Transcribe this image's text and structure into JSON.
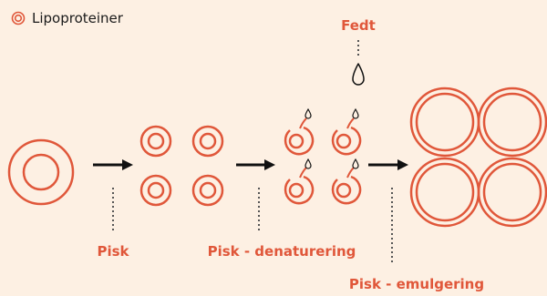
{
  "legend": {
    "label": "Lipoproteiner",
    "icon": "double-ring-icon"
  },
  "labels": {
    "fat": "Fedt",
    "whip": "Pisk",
    "whip_denature": "Pisk - denaturering",
    "whip_emulsify": "Pisk - emulgering"
  },
  "colors": {
    "background": "#fdf0e3",
    "ring": "#e0573a",
    "label": "#e0573a",
    "arrow": "#111111",
    "text": "#1a1a1a"
  }
}
